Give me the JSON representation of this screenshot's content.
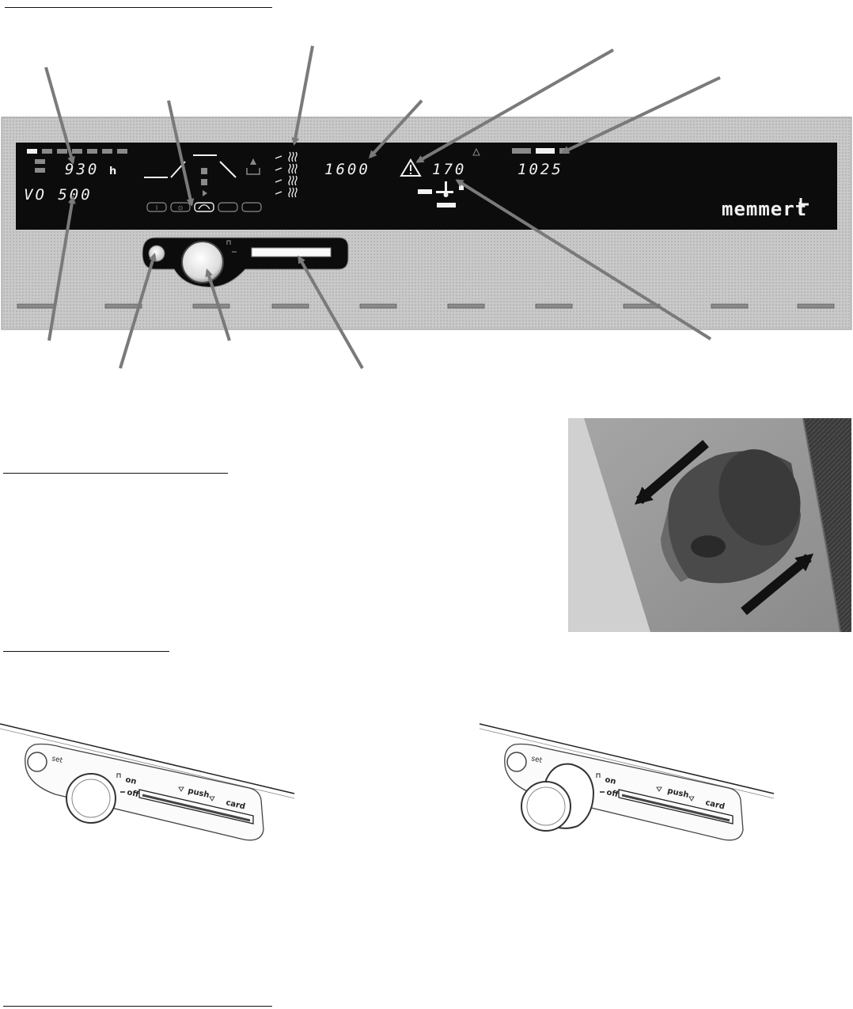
{
  "panel": {
    "brand": "memmert",
    "operating_hours": "930",
    "hours_unit": "h",
    "program_line": "VO 500",
    "setpoint": "1600",
    "temperature_limit": "170",
    "clock": "1025",
    "mode_keys": [
      "I",
      "⊙",
      "∽",
      "",
      ""
    ]
  },
  "control_strip": {
    "set_label": "set",
    "on_label": "on",
    "off_label": "off",
    "push_label": "push",
    "card_label": "card"
  },
  "colors": {
    "panel_face": "#c8c8c8",
    "display_bg": "#0c0c0c",
    "segment_white": "#f2f2f2",
    "segment_grey": "#8a8a8a",
    "arrow_grey": "#7a7a7a",
    "knob_photo_bg": "#9a9a9a"
  }
}
